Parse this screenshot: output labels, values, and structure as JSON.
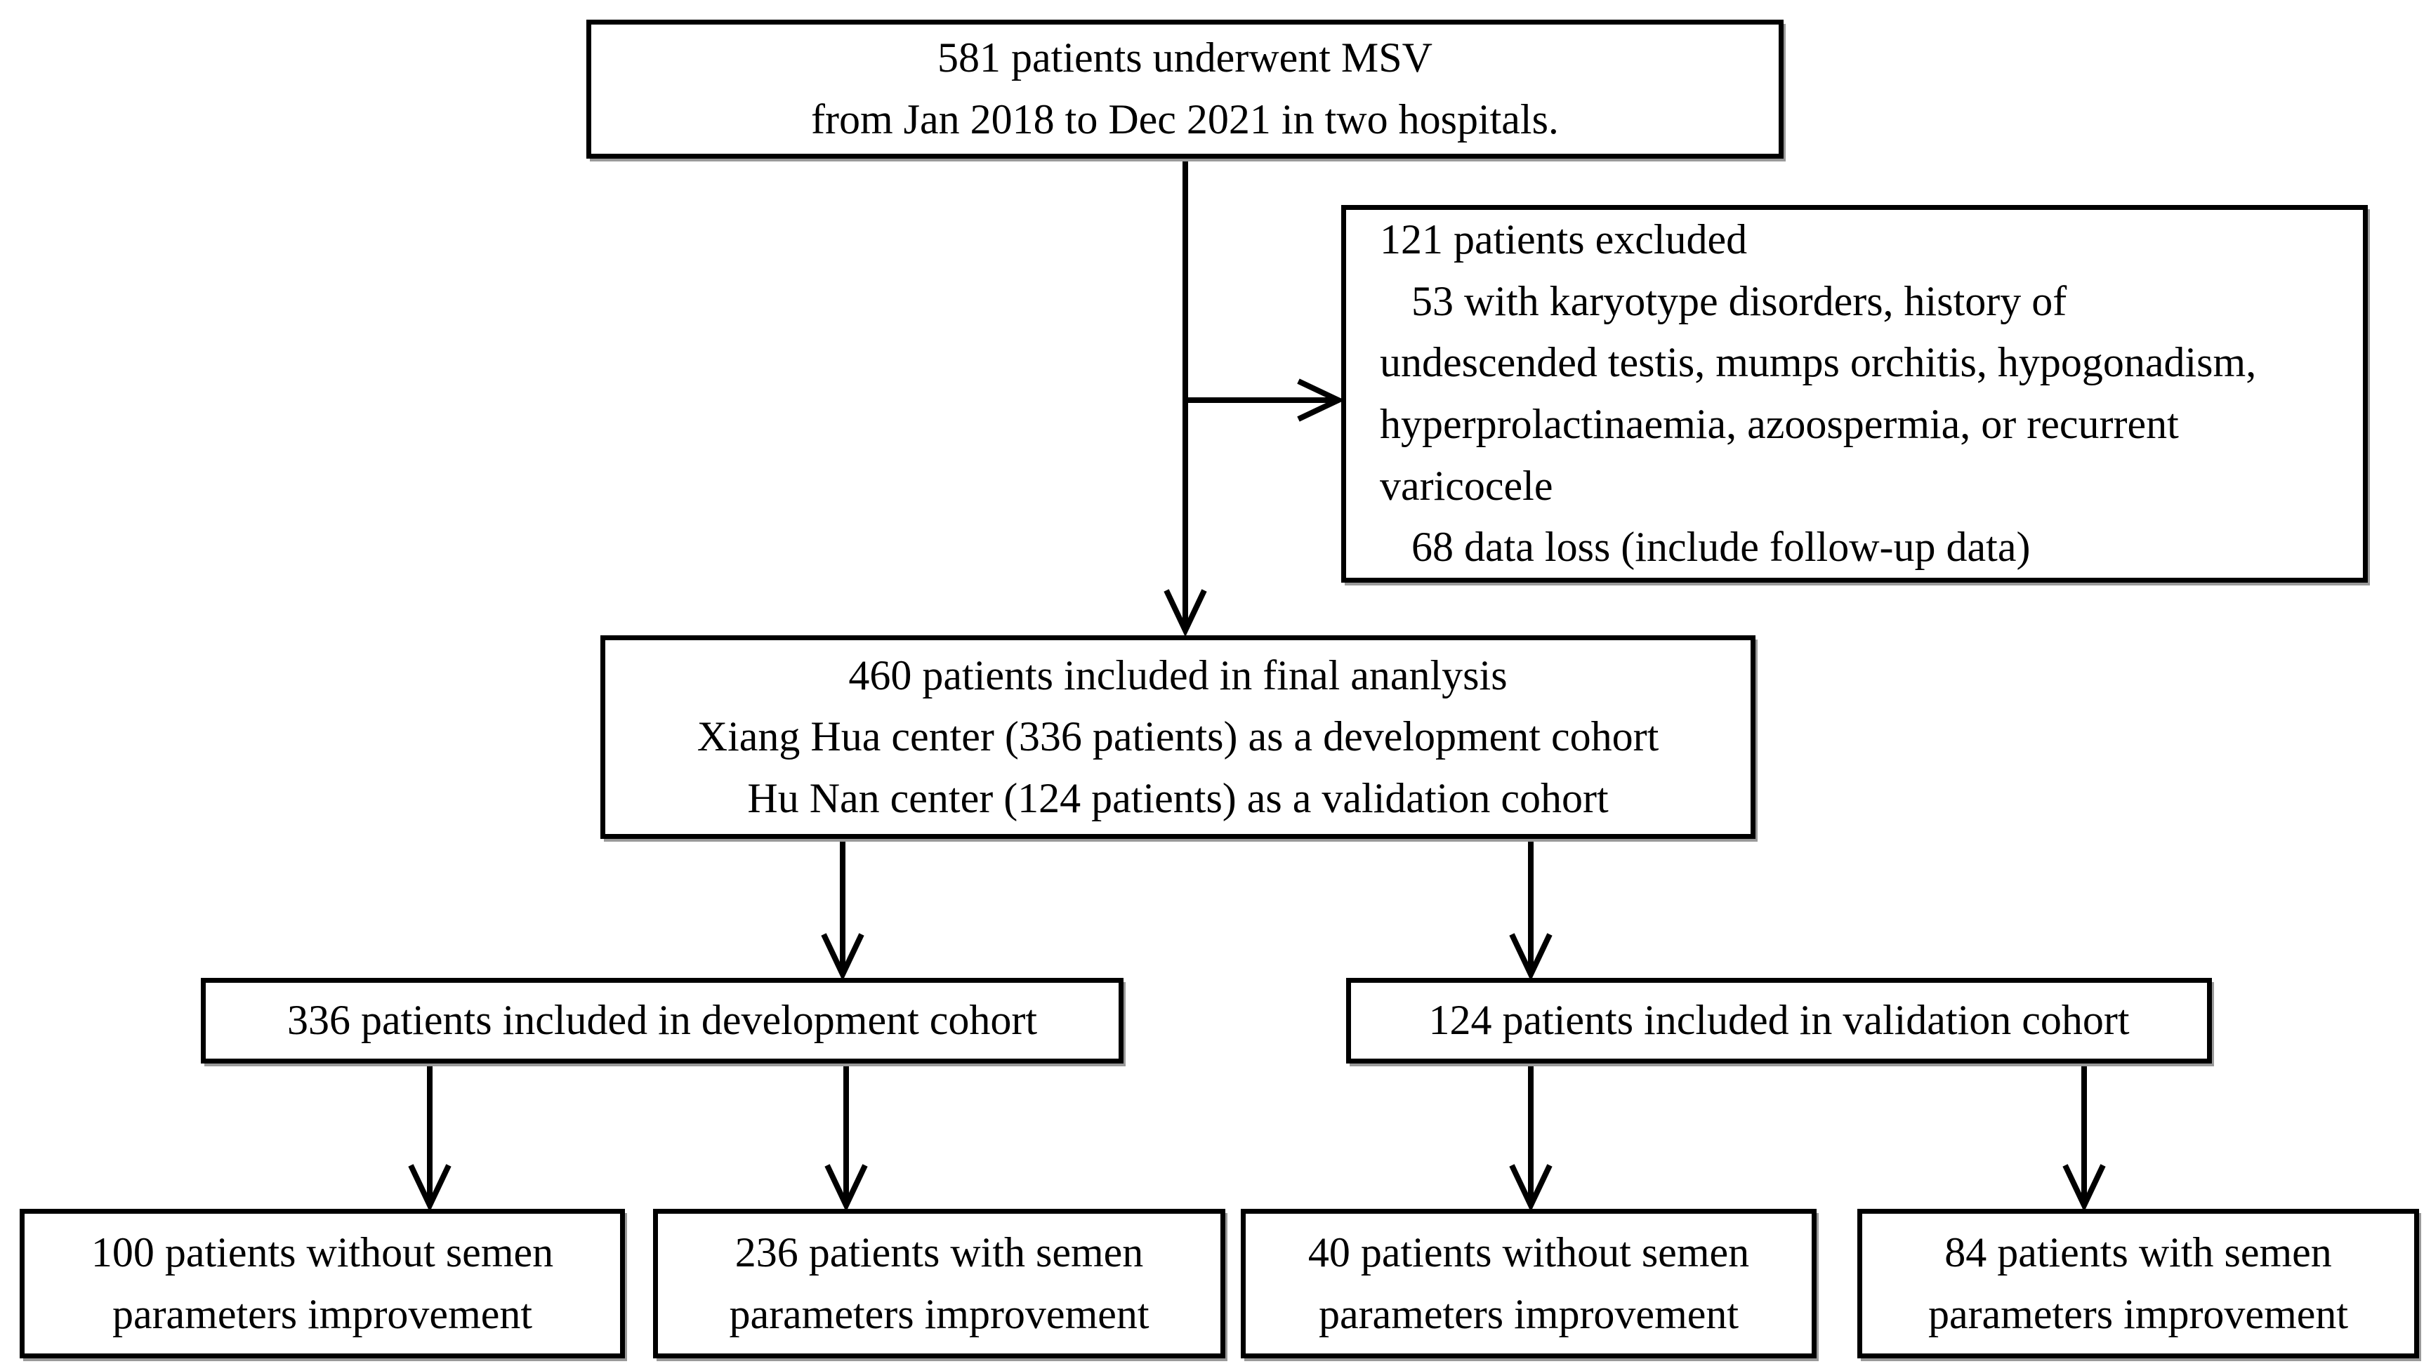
{
  "diagram": {
    "type": "patient-flow-chart",
    "colors": {
      "background": "#ffffff",
      "line": "#000000",
      "text": "#000000"
    },
    "boxes": {
      "top": {
        "lines": [
          "581 patients underwent MSV",
          "from Jan 2018 to Dec 2021 in two hospitals."
        ]
      },
      "excluded": {
        "lines": [
          "121 patients excluded",
          "   53 with karyotype disorders, history of",
          "undescended testis, mumps orchitis, hypogonadism,",
          "hyperprolactinaemia, azoospermia, or recurrent",
          "varicocele",
          "   68 data loss (include follow-up data)"
        ]
      },
      "included": {
        "lines": [
          "460 patients included in final ananlysis",
          "Xiang Hua center (336 patients) as a development cohort",
          "Hu Nan center (124 patients) as a validation cohort"
        ]
      },
      "development_cohort": {
        "lines": [
          "336 patients included in development cohort"
        ]
      },
      "validation_cohort": {
        "lines": [
          "124 patients included in validation cohort"
        ]
      },
      "dev_without_improvement": {
        "lines": [
          "100 patients without semen",
          "parameters improvement"
        ]
      },
      "dev_with_improvement": {
        "lines": [
          "236 patients with semen",
          "parameters improvement"
        ]
      },
      "val_without_improvement": {
        "lines": [
          "40 patients without semen",
          "parameters improvement"
        ]
      },
      "val_with_improvement": {
        "lines": [
          "84 patients with semen",
          "parameters improvement"
        ]
      }
    }
  }
}
